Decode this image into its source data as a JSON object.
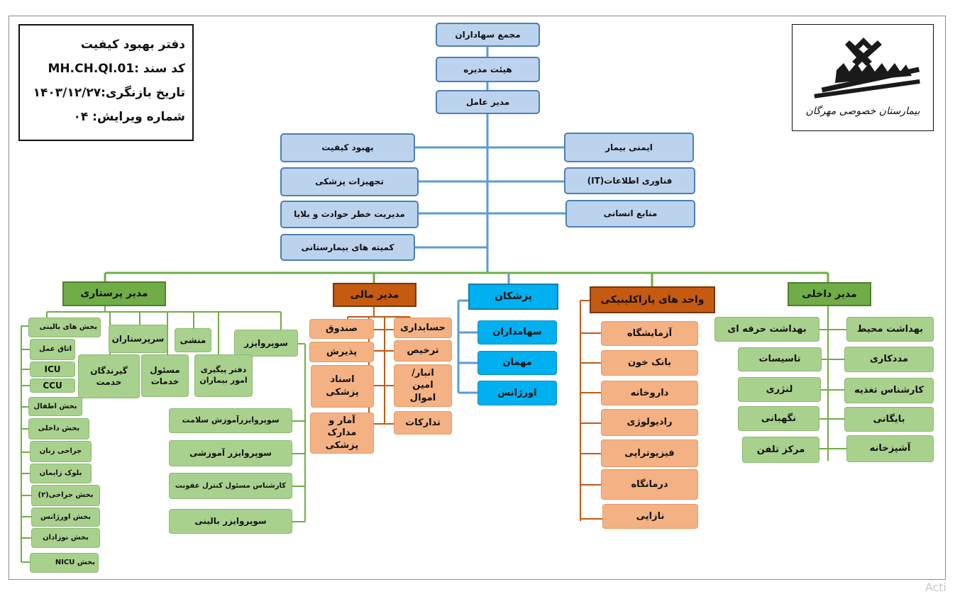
{
  "info": {
    "office": "دفتر بهبود کیفیت",
    "doc_code": "کد سند :MH.CH.QI.01",
    "review_date": "تاریخ بازنگری:۱۴۰۳/۱۲/۲۷",
    "revision": "شماره ویرایش: ۰۴"
  },
  "logo": {
    "caption": "بیمارستان خصوصی مهرگان"
  },
  "top": [
    "مجمع سهاداران",
    "هیئت مدیره",
    "مدیر عامل"
  ],
  "staff_left": [
    "بهبود کیفیت",
    "تجهیزات پزشکی",
    "مدیریت خطر حوادث و بلایا",
    "کمیته های بیمارستانی"
  ],
  "staff_right": [
    "ایمنی بیمار",
    "فناوری اطلاعات(IT)",
    "منابع انسانی"
  ],
  "nursing": {
    "head": "مدیر پرستاری",
    "subs": [
      "سرپرستاران",
      "منشی",
      "سوپروایزر"
    ],
    "sub_lower": [
      "گیرندگان خدمت",
      "مسئول خدمات",
      "دفتر پیگیری امور بیماران"
    ],
    "wards": [
      "بخش های بالینی",
      "اتاق عمل",
      "ICU",
      "CCU",
      "بخش اطفال",
      "بخش داخلی",
      "جراحی زنان",
      "بلوک زایمان",
      "بخش جراحی(۲)",
      "بخش اورژانس",
      "بخش نوزادان",
      "بخش NICU"
    ],
    "supervisors": [
      "سوپروایزرآموزش سلامت",
      "سوپروایزر آموزشی",
      "کارشناس مسئول کنترل عفونت",
      "سوپروایزر بالینی"
    ]
  },
  "finance": {
    "head": "مدیر مالی",
    "left": [
      "صندوق",
      "پذیرش",
      "اسناد پزشکی",
      "آمار و مدارک پزشکی"
    ],
    "right": [
      "حسابداری",
      "ترخیص",
      "انبار/ امین اموال",
      "تدارکات"
    ]
  },
  "physicians": {
    "head": "پزشکان",
    "items": [
      "سهامداران",
      "مهمان",
      "اورژانس"
    ]
  },
  "paraclinic": {
    "head": "واحد های پاراکلینیکی",
    "items": [
      "آزمایشگاه",
      "بانک خون",
      "داروخانه",
      "رادیولوژی",
      "فیزیوتراپی",
      "درمانگاه",
      "نازایی"
    ]
  },
  "internal": {
    "head": "مدیر داخلی",
    "left": [
      "بهداشت حرفه ای",
      "تاسیسات",
      "لنژری",
      "نگهبانی",
      "مرکز تلفن"
    ],
    "right": [
      "بهداشت محیط",
      "مددکاری",
      "کارشناس تغذیه",
      "بایگانی",
      "آشپزخانه"
    ]
  },
  "watermark": "Acti",
  "colors": {
    "blue_fill": "#bcd3ee",
    "green_fill": "#a9d18e",
    "green_head": "#70ad47",
    "orange_head": "#c55a11",
    "peach": "#f4b183",
    "cyan": "#00b0f0",
    "blue_line": "#5b9bd5"
  }
}
